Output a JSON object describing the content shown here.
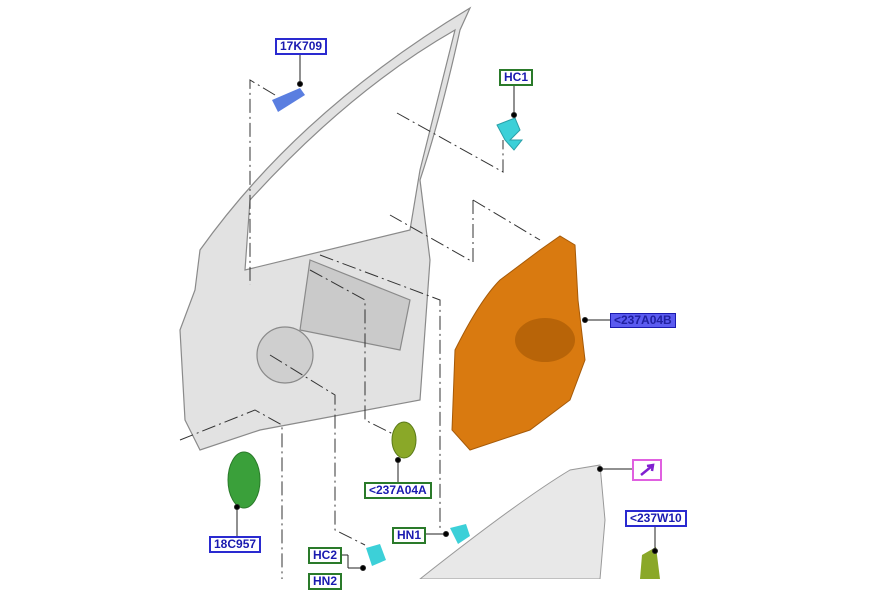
{
  "callouts": {
    "part_17K709": "17K709",
    "hc1": "HC1",
    "part_237A04B": "<237A04B",
    "part_237A04A": "<237A04A",
    "part_18C957": "18C957",
    "hn1": "HN1",
    "hc2": "HC2",
    "hn2": "HN2",
    "part_237W10": "<237W10"
  },
  "colors": {
    "door_frame": "#d8d8d8",
    "watershield": "#d97a10",
    "clip": "#3cd0d8",
    "seal": "#3aa03a",
    "plug": "#8aa828",
    "bracket": "#5a7ee0"
  }
}
